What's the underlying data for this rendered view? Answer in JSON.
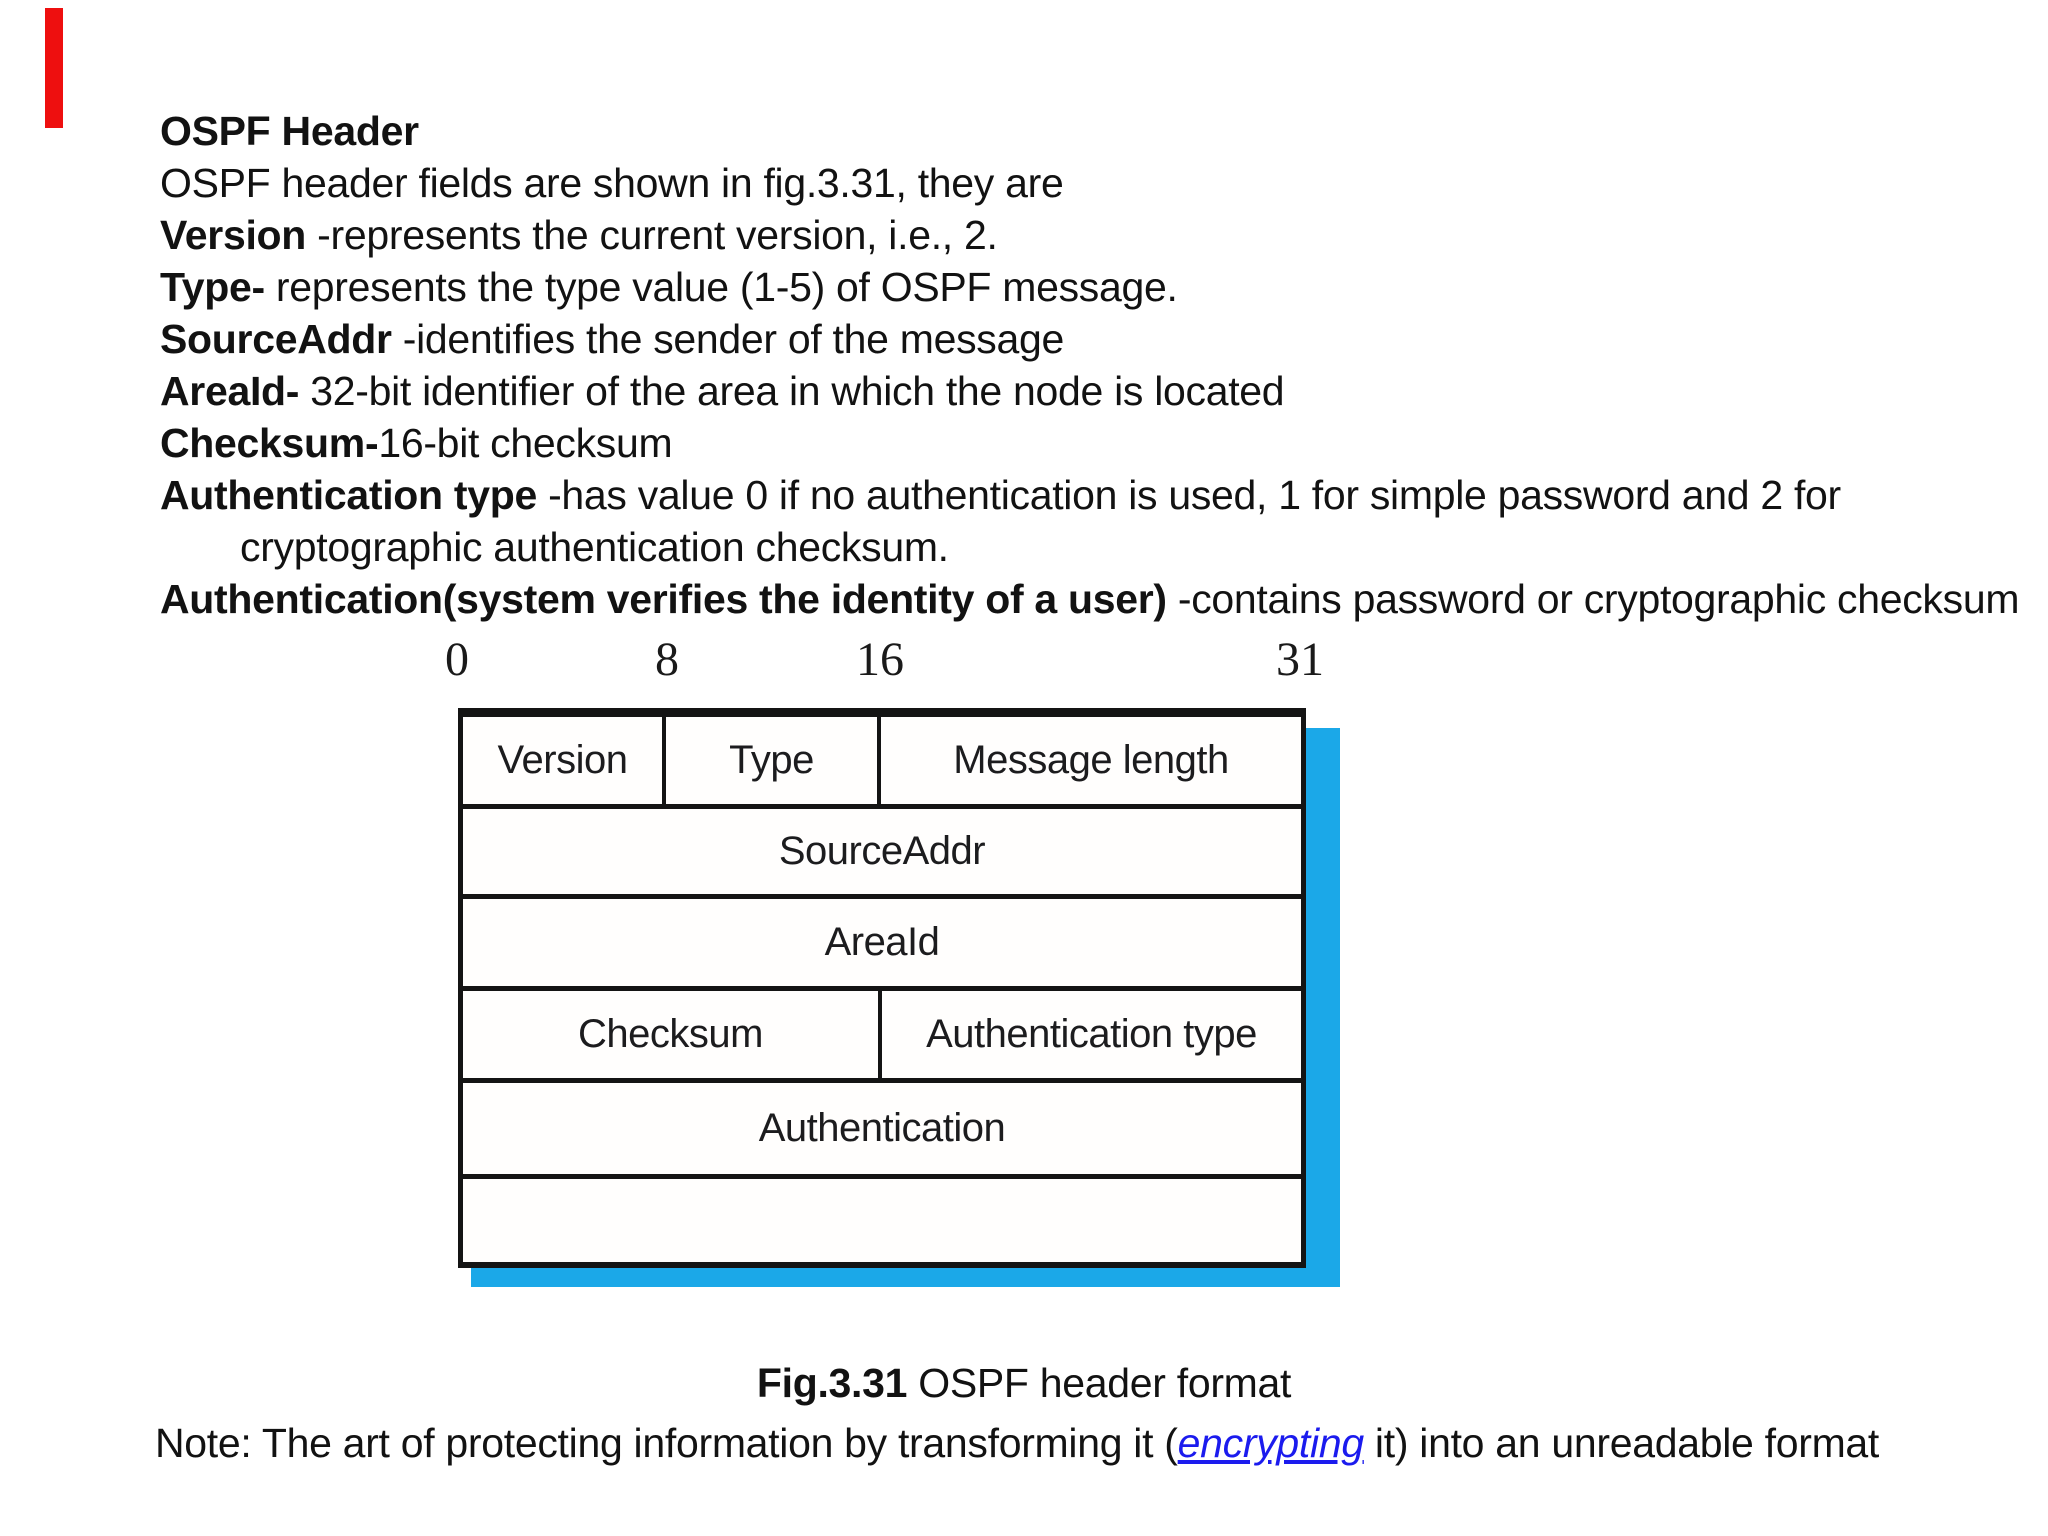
{
  "marker": {
    "color": "#ee0f0f"
  },
  "body": {
    "lines": [
      {
        "segments": [
          {
            "t": "OSPF Header",
            "b": true
          }
        ]
      },
      {
        "segments": [
          {
            "t": "OSPF header fields are shown in fig.3.31, they are",
            "b": false
          }
        ]
      },
      {
        "segments": [
          {
            "t": "Version ",
            "b": true
          },
          {
            "t": "-represents the current version, i.e., 2.",
            "b": false
          }
        ]
      },
      {
        "segments": [
          {
            "t": "Type-",
            "b": true
          },
          {
            "t": " represents the type value (1-5) of OSPF message.",
            "b": false
          }
        ]
      },
      {
        "segments": [
          {
            "t": "SourceAddr ",
            "b": true
          },
          {
            "t": "-identifies the sender of the message",
            "b": false
          }
        ]
      },
      {
        "segments": [
          {
            "t": "AreaId-",
            "b": true
          },
          {
            "t": " 32-bit identifier of the area in which the node is located",
            "b": false
          }
        ]
      },
      {
        "segments": [
          {
            "t": "Checksum-",
            "b": true
          },
          {
            "t": "16-bit checksum",
            "b": false
          }
        ]
      },
      {
        "segments": [
          {
            "t": "Authentication type ",
            "b": true
          },
          {
            "t": "-has value 0 if no authentication is used, 1 for simple password and 2 for",
            "b": false
          }
        ]
      },
      {
        "segments": [
          {
            "t": "cryptographic authentication checksum.",
            "b": false
          }
        ]
      },
      {
        "segments": [
          {
            "t": "Authentication(system verifies the identity of a user) ",
            "b": true
          },
          {
            "t": "-contains password or cryptographic checksum",
            "b": false
          }
        ]
      }
    ]
  },
  "figure": {
    "bit_labels": [
      "0",
      "8",
      "16",
      "31"
    ],
    "rows": [
      [
        "Version",
        "Type",
        "Message length"
      ],
      [
        "SourceAddr"
      ],
      [
        "AreaId"
      ],
      [
        "Checksum",
        "Authentication type"
      ],
      [
        "Authentication"
      ],
      [
        ""
      ]
    ],
    "shadow_color": "#1ba8e8",
    "border_color": "#141414"
  },
  "caption": {
    "label": "Fig.3.31",
    "text": " OSPF header format"
  },
  "note": {
    "prefix": "Note: The art of protecting information by transforming it (",
    "link": "encrypting",
    "suffix": " it) into an unreadable format",
    "link_color": "#1b1bee"
  }
}
